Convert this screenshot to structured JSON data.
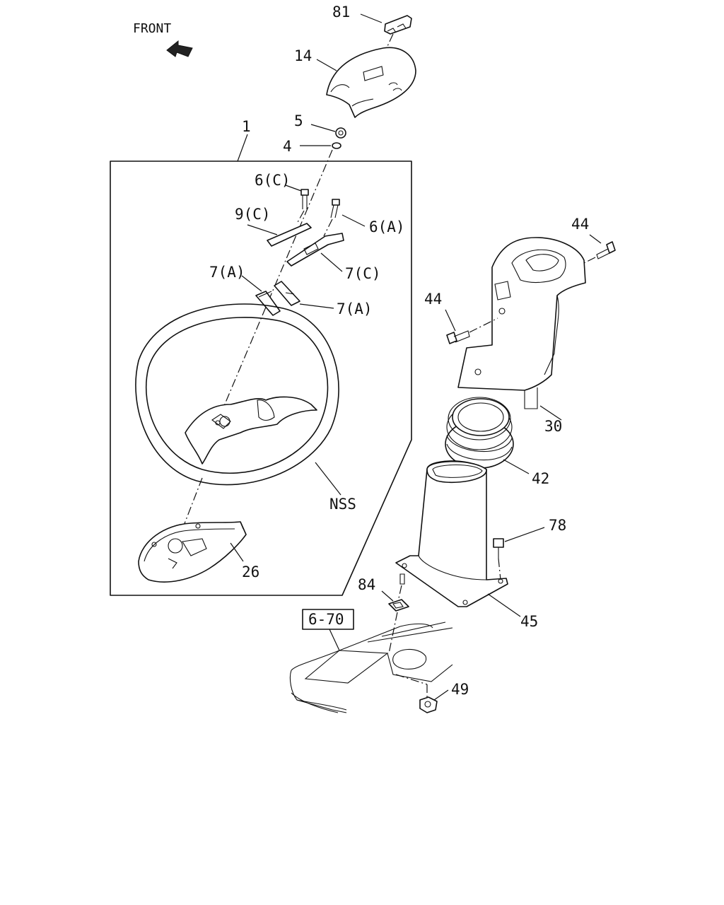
{
  "direction": {
    "label": "FRONT",
    "icon": "front-arrow-icon"
  },
  "callouts": {
    "c81": "81",
    "c14": "14",
    "c5": "5",
    "c4": "4",
    "c1": "1",
    "c6C": "6(C)",
    "c9C": "9(C)",
    "c6A": "6(A)",
    "c7A_left": "7(A)",
    "c7C": "7(C)",
    "c7A_right": "7(A)",
    "cNSS": "NSS",
    "c26": "26",
    "c44_top": "44",
    "c44_left": "44",
    "c30": "30",
    "c42": "42",
    "c78": "78",
    "c84": "84",
    "c45": "45",
    "c49": "49"
  },
  "reference_box": {
    "label": "6-70"
  }
}
